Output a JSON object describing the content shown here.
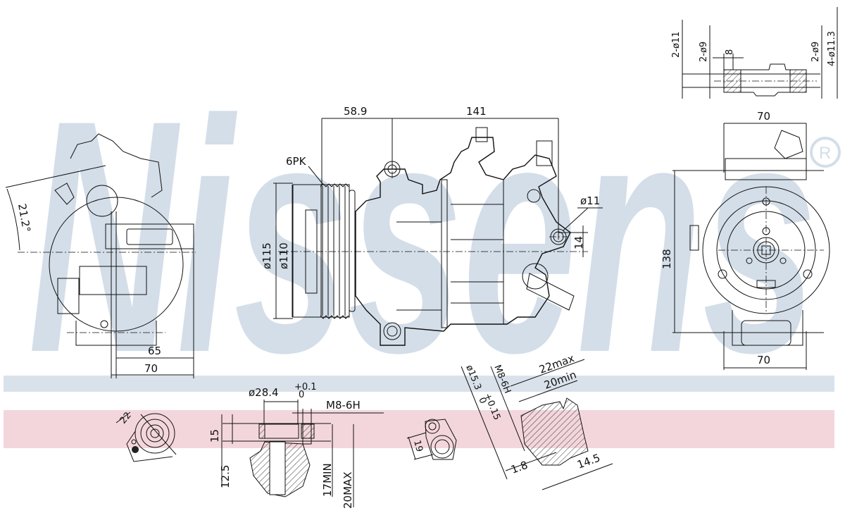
{
  "watermark": {
    "brand": "Nissens",
    "registered_mark": "®",
    "color": "#d4dee9"
  },
  "stripes": {
    "blue": "#d9e2ea",
    "pink": "#f3d6dc"
  },
  "views": {
    "left_side": {
      "angle": "21.2°",
      "dim_inner": "65",
      "dim_outer": "70"
    },
    "front": {
      "belt": "6PK",
      "dim_pulley_offset": "58.9",
      "dim_length": "141",
      "dim_pulley_outer": "ø115",
      "dim_pulley_inner": "ø110",
      "dim_hole": "ø11",
      "dim_hole_offset": "14"
    },
    "right_side": {
      "dim_top_width": "70",
      "dim_height": "138",
      "dim_bottom_width": "70"
    },
    "top_right_section": {
      "left_outer": "2-ø11",
      "left_inner": "2-ø9",
      "width": "8",
      "right_inner": "2-ø9",
      "right_outer": "4-ø11.3"
    },
    "port_detail_1": {
      "dim_angle_size": "22",
      "bore": "ø28.4",
      "bore_tol_upper": "+0.1",
      "bore_tol_lower": "0",
      "thread": "M8-6H",
      "depth_15": "15",
      "depth_12_5": "12.5",
      "thread_min": "17MIN",
      "thread_max": "20MAX"
    },
    "port_detail_2": {
      "dim_spacing": "19",
      "bore": "ø15.3",
      "bore_tol_upper": "+0.15",
      "bore_tol_lower": "0",
      "thread": "M8-6H",
      "thread_max": "22max",
      "thread_min": "20min",
      "depth_1_8": "1.8",
      "depth_14_5": "14.5"
    }
  }
}
